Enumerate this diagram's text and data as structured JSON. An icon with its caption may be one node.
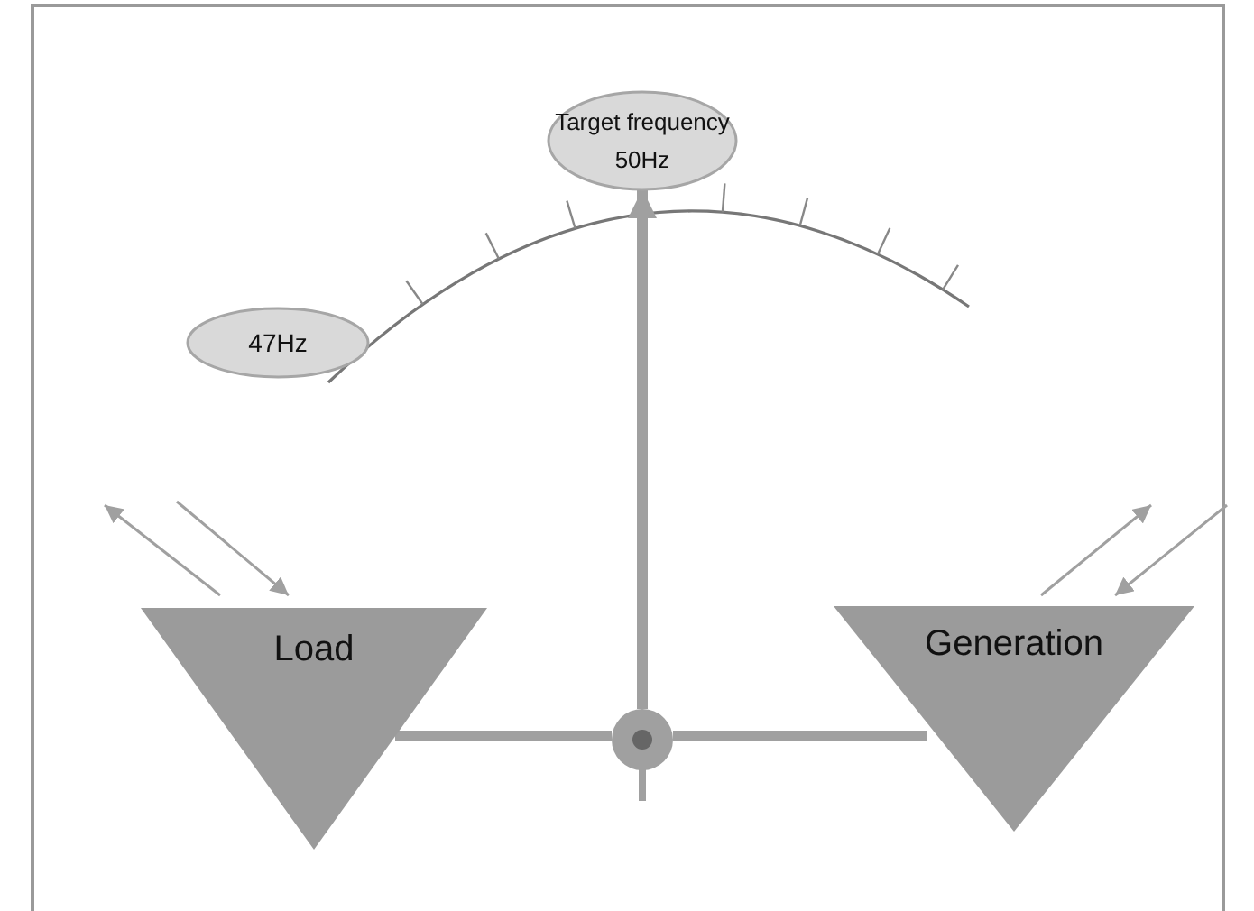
{
  "diagram": {
    "nodes": [
      {
        "text": [
          "Target frequency",
          "50Hz"
        ]
      },
      {
        "text": [
          "47Hz"
        ]
      },
      {
        "text": [
          "Load"
        ]
      },
      {
        "text": [
          "Generation"
        ]
      },
      {
        "text": [],
        "shape": "circle"
      }
    ],
    "edges": [
      {
        "from": 2,
        "to": 4,
        "arrow": "none"
      },
      {
        "from": 4,
        "to": 3,
        "arrow": "none"
      },
      {
        "from": 4,
        "to": 0,
        "arrow": "to"
      }
    ]
  }
}
